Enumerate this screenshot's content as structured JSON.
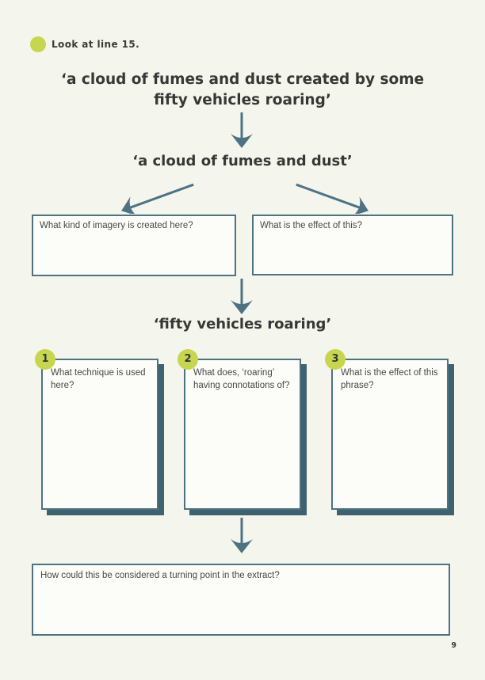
{
  "colors": {
    "background": "#f4f5ed",
    "teal": "#4d7383",
    "teal_shadow": "#3f626e",
    "lime": "#c8d64f",
    "heading_text": "#373735",
    "body_text": "#484848"
  },
  "prompt": {
    "label": "Look at line 15."
  },
  "main_quote": {
    "line1": "‘a cloud of fumes and dust created by some",
    "line2": "fifty vehicles roaring’"
  },
  "cloud_section": {
    "heading": "‘a cloud of fumes and dust’",
    "boxes": [
      {
        "question": "What kind of imagery is created here?"
      },
      {
        "question": "What is the effect of this?"
      }
    ]
  },
  "roaring_section": {
    "heading": "‘fifty vehicles roaring’",
    "boxes": [
      {
        "number": "1",
        "question": "What technique is used here?"
      },
      {
        "number": "2",
        "question": "What does, ‘roaring’ having connotations of?"
      },
      {
        "number": "3",
        "question": "What is the effect of this phrase?"
      }
    ]
  },
  "turning_point": {
    "question": "How could this be considered a turning point in the extract?"
  },
  "footer": {
    "page_number": "9"
  }
}
